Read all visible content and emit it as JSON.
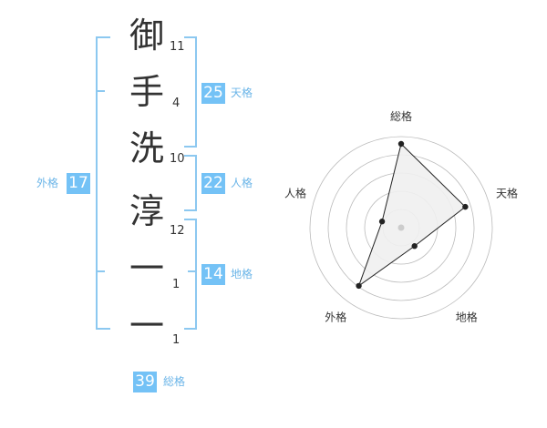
{
  "name": {
    "chars": [
      "御",
      "手",
      "洗",
      "淳",
      "一",
      "一"
    ],
    "strokes": [
      "11",
      "4",
      "10",
      "12",
      "1",
      "1"
    ]
  },
  "scores": {
    "tenkaku": {
      "value": "25",
      "label": "天格"
    },
    "jinkaku": {
      "value": "22",
      "label": "人格"
    },
    "chikaku": {
      "value": "14",
      "label": "地格"
    },
    "gaikaku": {
      "value": "17",
      "label": "外格"
    },
    "soukaku": {
      "value": "39",
      "label": "総格"
    }
  },
  "colors": {
    "accent": "#74c2f6",
    "bracket": "#8cc8f0",
    "text": "#333333",
    "label": "#6bb5e8"
  },
  "chart_data": {
    "type": "radar",
    "axes": [
      "総格",
      "天格",
      "地格",
      "外格",
      "人格"
    ],
    "values": [
      0.92,
      0.74,
      0.25,
      0.79,
      0.22
    ],
    "rings": 5,
    "grid": true
  }
}
